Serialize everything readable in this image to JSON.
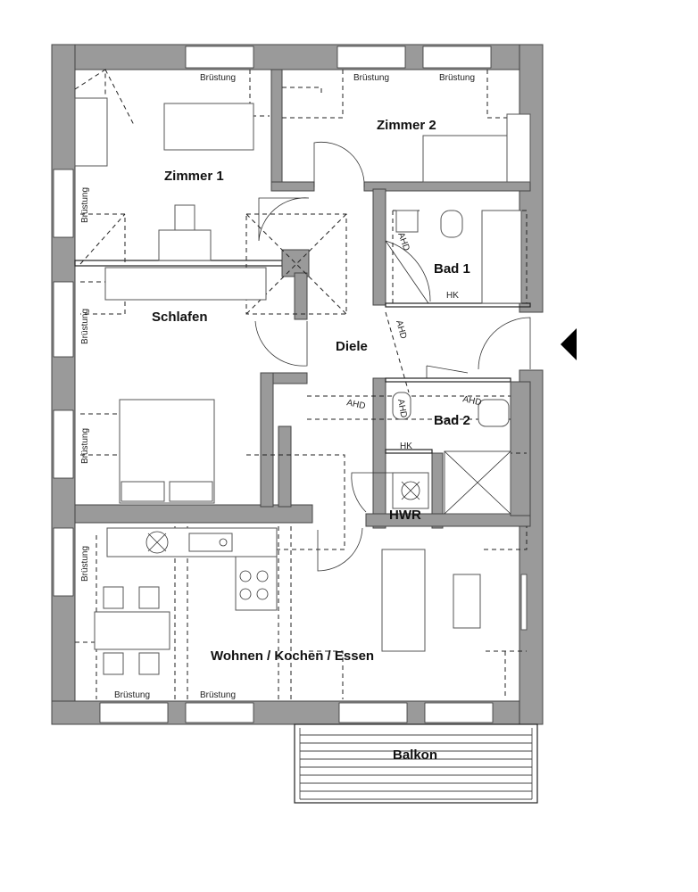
{
  "rooms": {
    "zimmer1": "Zimmer 1",
    "zimmer2": "Zimmer 2",
    "bad1": "Bad 1",
    "schlafen": "Schlafen",
    "diele": "Diele",
    "bad2": "Bad 2",
    "hwr": "HWR",
    "wohnen": "Wohnen / Kochen / Essen",
    "balkon": "Balkon"
  },
  "annotations": {
    "bruestung": "Brüstung",
    "ahd": "AHD",
    "hk": "HK"
  },
  "entrance_marker": "entrance-arrow"
}
